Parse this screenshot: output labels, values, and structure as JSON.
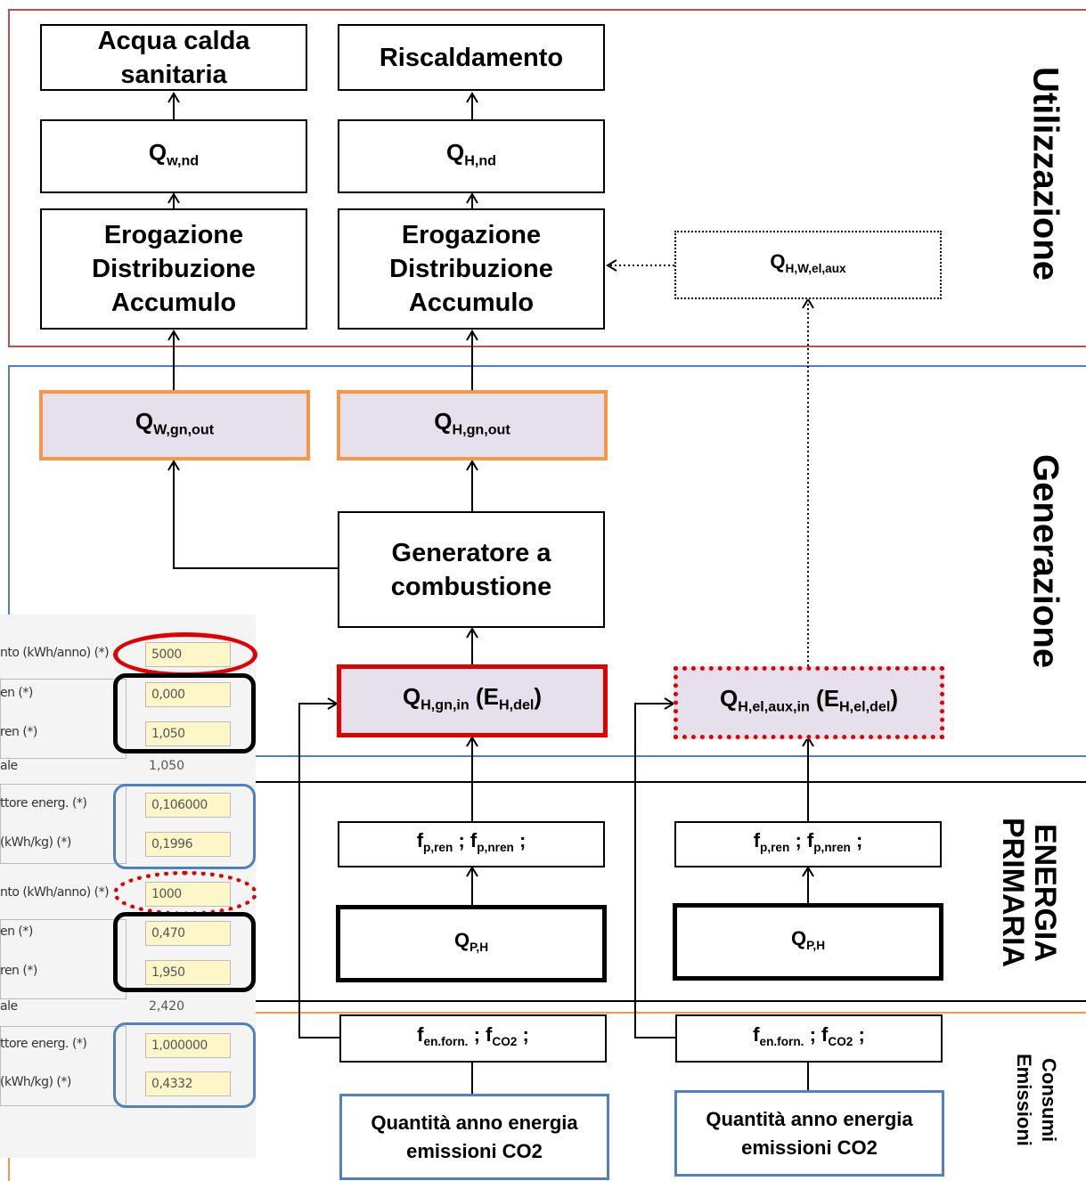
{
  "sections": {
    "utilizzazione": "Utilizzazione",
    "generazione": "Generazione",
    "energia_primaria": "ENERGIA PRIMARIA",
    "consumi_emissioni": "Consumi Emissioni"
  },
  "boxes": {
    "acqua_calda": "Acqua calda sanitaria",
    "riscaldamento": "Riscaldamento",
    "q_w_nd": {
      "base": "Q",
      "sub": "w,nd"
    },
    "q_h_nd": {
      "base": "Q",
      "sub": "H,nd"
    },
    "erogazione_w": "Erogazione Distribuzione Accumulo",
    "erogazione_h": "Erogazione Distribuzione Accumulo",
    "q_h_w_el_aux": {
      "base": "Q",
      "sub": "H,W,el,aux"
    },
    "q_w_gn_out": {
      "base": "Q",
      "sub": "W,gn,out"
    },
    "q_h_gn_out": {
      "base": "Q",
      "sub": "H,gn,out"
    },
    "generatore": "Generatore a combustione",
    "q_h_gn_in": {
      "base": "Q",
      "sub": "H,gn,in",
      "paren_base": "E",
      "paren_sub": "H,del"
    },
    "q_h_el_aux_in": {
      "base": "Q",
      "sub": "H,el,aux,in",
      "paren_base": "E",
      "paren_sub": "H,el,del"
    },
    "fp_left": {
      "a": "f",
      "a_sub": "p,ren",
      "sep": " ; ",
      "b": "f",
      "b_sub": "p,nren",
      "end": " ;"
    },
    "fp_right": {
      "a": "f",
      "a_sub": "p,ren",
      "sep": " ; ",
      "b": "f",
      "b_sub": "p,nren",
      "end": " ;"
    },
    "qp_left": {
      "base": "Q",
      "sub": "P,H"
    },
    "qp_right": {
      "base": "Q",
      "sub": "P,H"
    },
    "fen_left": {
      "a": "f",
      "a_sub": "en.forn.",
      "sep": " ; ",
      "b": "f",
      "b_sub": "CO2",
      "end": " ;"
    },
    "fen_right": {
      "a": "f",
      "a_sub": "en.forn.",
      "sep": " ; ",
      "b": "f",
      "b_sub": "CO2",
      "end": " ;"
    },
    "quantita_left": "Quantità anno energia emissioni CO2",
    "quantita_right": "Quantità anno energia emissioni CO2"
  },
  "form": {
    "rows": [
      {
        "label": "nto (kWh/anno) (*)",
        "value": "5000"
      },
      {
        "label": "en (*)",
        "value": "0,000"
      },
      {
        "label": "ren (*)",
        "value": "1,050"
      },
      {
        "label": "ale",
        "value": "1,050",
        "plain": true
      },
      {
        "label": "ttore energ. (*)",
        "value": "0,106000"
      },
      {
        "label": "(kWh/kg) (*)",
        "value": "0,1996"
      },
      {
        "label": "nto (kWh/anno) (*)",
        "value": "1000"
      },
      {
        "label": "en (*)",
        "value": "0,470"
      },
      {
        "label": "ren (*)",
        "value": "1,950"
      },
      {
        "label": "ale",
        "value": "2,420",
        "plain": true
      },
      {
        "label": "ttore energ. (*)",
        "value": "1,000000"
      },
      {
        "label": "(kWh/kg) (*)",
        "value": "0,4332"
      }
    ]
  },
  "colors": {
    "utilizzazione_border": "#c0504d",
    "generazione_border": "#4f81bd",
    "consumi_border": "#f79646",
    "orange": "#f79646",
    "lavender": "#e6e0ec",
    "red": "#e00000",
    "blue": "#4f81bd"
  }
}
